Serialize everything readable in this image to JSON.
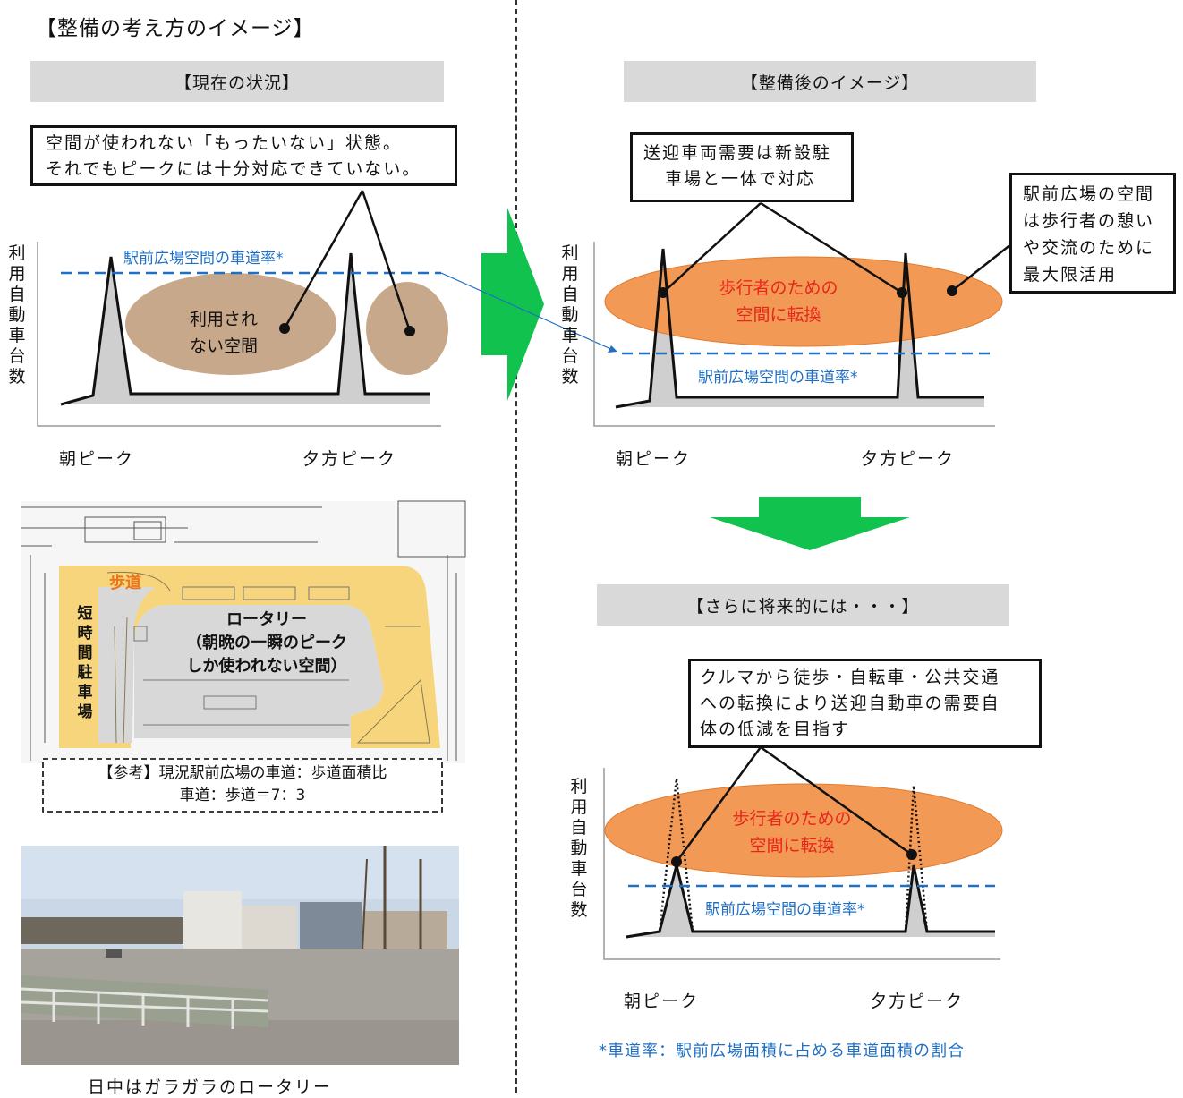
{
  "page_title": "【整備の考え方のイメージ】",
  "left": {
    "banner": "【現在の状況】",
    "callout_lines": [
      "空間が使われない「もったいない」状態。",
      "それでもピークには十分対応できていない。"
    ],
    "road_ratio_label": "駅前広場空間の車道率*",
    "unused_space_lines": [
      "利用され",
      "ない空間"
    ],
    "ylabel": "利用自動車台数",
    "x_labels": [
      "朝ピーク",
      "夕方ピーク"
    ],
    "map_labels": {
      "sidewalk": "歩道",
      "short_parking": "短時間駐車場",
      "rotary_lines": [
        "ロータリー",
        "（朝晩の一瞬のピーク",
        "しか使われない空間）"
      ]
    },
    "reference_lines": [
      "【参考】現況駅前広場の車道：歩道面積比",
      "車道：歩道＝7：3"
    ],
    "photo_caption": "日中はガラガラのロータリー"
  },
  "right": {
    "banner": "【整備後のイメージ】",
    "callout_lines": [
      "送迎車両需要は新設駐",
      "車場と一体で対応"
    ],
    "side_callout_lines": [
      "駅前広場の空間",
      "は歩行者の憩い",
      "や交流のために",
      "最大限活用"
    ],
    "pedestrian_lines": [
      "歩行者のための",
      "空間に転換"
    ],
    "road_ratio_label": "駅前広場空間の車道率*",
    "ylabel": "利用自動車台数",
    "x_labels": [
      "朝ピーク",
      "夕方ピーク"
    ]
  },
  "future": {
    "banner": "【さらに将来的には・・・】",
    "callout_lines": [
      "クルマから徒歩・自転車・公共交通",
      "への転換により送迎自動車の需要自",
      "体の低減を目指す"
    ],
    "pedestrian_lines": [
      "歩行者のための",
      "空間に転換"
    ],
    "road_ratio_label": "駅前広場空間の車道率*",
    "ylabel": "利用自動車台数",
    "x_labels": [
      "朝ピーク",
      "夕方ピーク"
    ],
    "footnote": "*車道率：駅前広場面積に占める車道面積の割合"
  },
  "colors": {
    "arrow_green": "#12c24e",
    "banner_gray": "#d9d9d9",
    "brown": "#c8a88a",
    "orange": "#f29a55",
    "blue": "#1f6fc4",
    "sidewalk_yellow": "#f7d57c"
  }
}
